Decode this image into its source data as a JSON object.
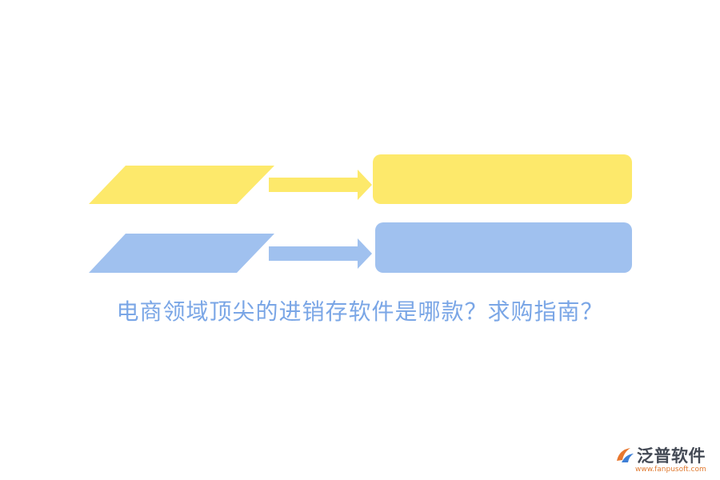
{
  "title": "电商领域顶尖的进销存软件是哪款？求购指南？",
  "colors": {
    "yellow": "#fde96b",
    "blue": "#a0c1ef",
    "title": "#7aa6e6",
    "logo_orange": "#e8772e",
    "logo_blue": "#3d7fd6"
  },
  "rows": [
    {
      "color_key": "yellow"
    },
    {
      "color_key": "blue"
    }
  ],
  "logo": {
    "name": "泛普软件",
    "url": "www.fanpusoft.com",
    "icon": "fanpu-logo-icon"
  }
}
